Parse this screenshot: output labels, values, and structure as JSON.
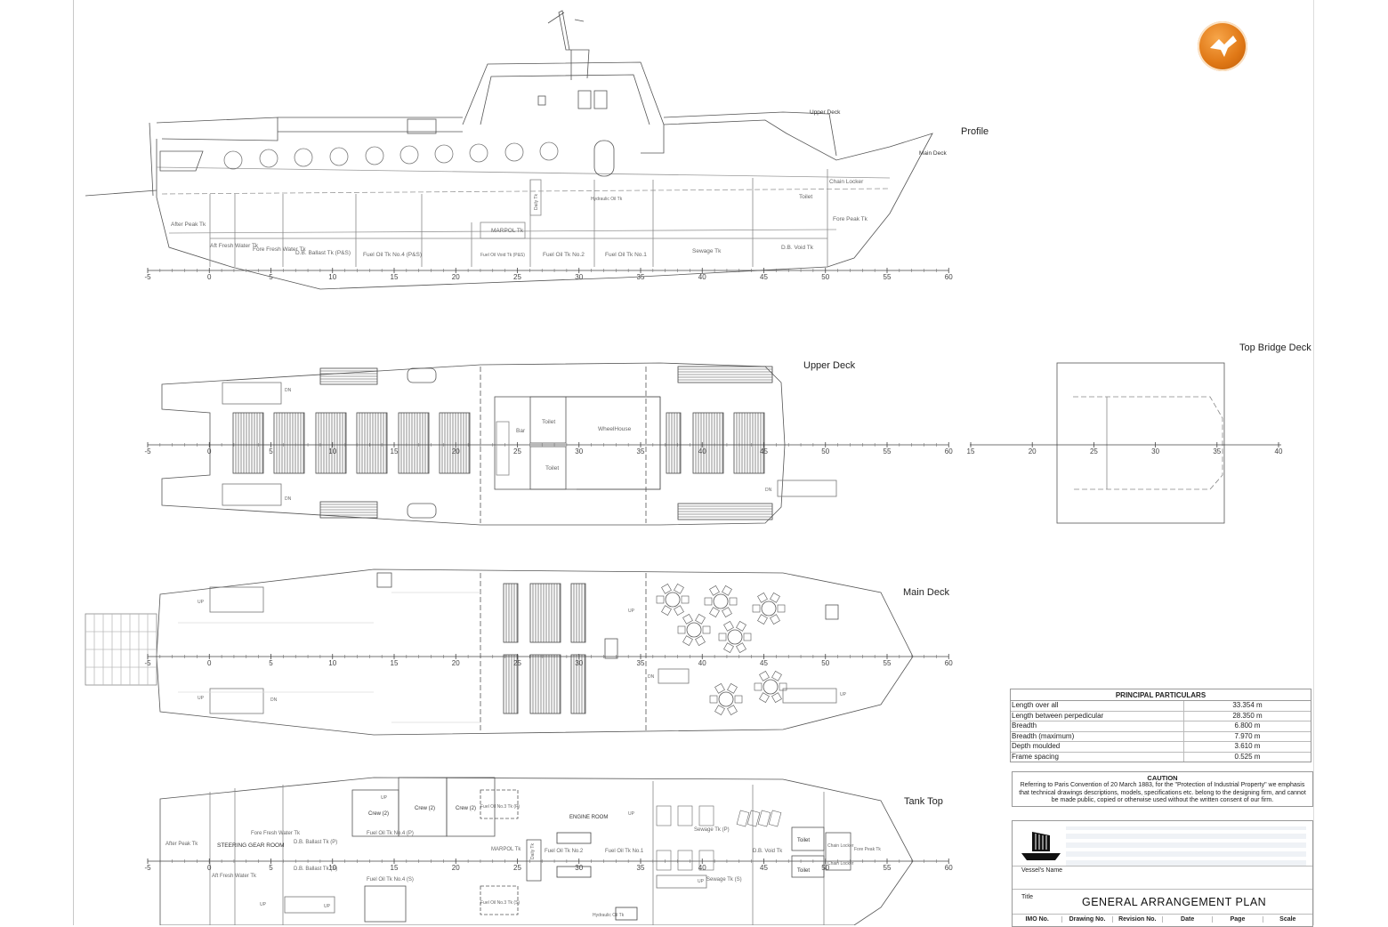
{
  "views": {
    "profile": "Profile",
    "upper_deck": "Upper Deck",
    "top_bridge_deck": "Top Bridge Deck",
    "main_deck": "Main Deck",
    "tank_top": "Tank Top"
  },
  "profile_labels": {
    "upper_deck": "Upper Deck",
    "main_deck": "Main Deck",
    "toilet": "Toilet",
    "chain_locker": "Chain Locker",
    "fore_peak": "Fore Peak Tk",
    "after_peak": "After Peak Tk",
    "aft_fresh": "Aft Fresh Water Tk",
    "fore_fresh": "Fore Fresh Water Tk",
    "db_ballast": "D.B. Ballast Tk (P&S)",
    "fuel4": "Fuel Oil Tk No.4 (P&S)",
    "fuel3": "Fuel Oil Void Tk (P&S)",
    "fuel2": "Fuel Oil Tk No.2",
    "fuel1": "Fuel Oil Tk No.1",
    "marpol": "MARPOL Tk",
    "daily": "Daily Tk",
    "hydraulic": "Hydraulic Oil Tk",
    "sewage": "Sewage Tk",
    "db_void": "D.B. Void Tk"
  },
  "upper_deck_labels": {
    "bar": "Bar",
    "toilet": "Toilet",
    "wheelhouse": "WheelHouse",
    "dn": "DN"
  },
  "main_deck_labels": {
    "up": "UP",
    "dn": "DN"
  },
  "tank_top_labels": {
    "after_peak": "After Peak Tk",
    "steering": "STEERING GEAR ROOM",
    "aft_fresh": "Aft Fresh Water Tk",
    "fore_fresh": "Fore Fresh Water Tk",
    "db_ballast_p": "D.B. Ballast Tk (P)",
    "db_ballast_s": "D.B. Ballast Tk (S)",
    "fuel4p": "Fuel Oil Tk No.4 (P)",
    "fuel4s": "Fuel Oil Tk No.4 (S)",
    "crew": "Crew (2)",
    "fuel3p": "Fuel Oil No.3 Tk (P)",
    "fuel3s": "Fuel Oil No.3 Tk (S)",
    "marpol": "MARPOL Tk",
    "daily": "Daily Tk",
    "engine": "ENGINE ROOM",
    "fuel2": "Fuel Oil Tk No.2",
    "fuel1": "Fuel Oil Tk No.1",
    "sewage_p": "Sewage Tk (P)",
    "sewage_s": "Sewage Tk (S)",
    "db_void": "D.B. Void Tk",
    "toilet": "Toilet",
    "chain_locker": "Chain Locker",
    "fore_peak": "Fore Peak Tk",
    "up": "UP",
    "hydraulic": "Hydraulic Oil Tk"
  },
  "frame_ticks_main": [
    "-5",
    "0",
    "5",
    "10",
    "15",
    "20",
    "25",
    "30",
    "35",
    "40",
    "45",
    "50",
    "55",
    "60"
  ],
  "frame_ticks_bridge": [
    "15",
    "20",
    "25",
    "30",
    "35",
    "40"
  ],
  "principal_particulars": {
    "title": "PRINCIPAL PARTICULARS",
    "rows": [
      {
        "k": "Length over all",
        "v": "33.354 m"
      },
      {
        "k": "Length between perpedicular",
        "v": "28.350 m"
      },
      {
        "k": "Breadth",
        "v": "6.800 m"
      },
      {
        "k": "Breadth (maximum)",
        "v": "7.970 m"
      },
      {
        "k": "Depth moulded",
        "v": "3.610 m"
      },
      {
        "k": "Frame spacing",
        "v": "0.525 m"
      }
    ]
  },
  "caution": {
    "title": "CAUTION",
    "text": "Referring to Paris Convention of 20 March 1883, for the \"Protection of Industrial Property\" we emphasis that technical drawings descriptions, models, specifications etc. belong to the designing firm, and cannot be made public, copied or otherwise used without the written consent of our firm."
  },
  "title_block": {
    "vessel_label": "Vessel's Name",
    "title_label": "Title",
    "title": "GENERAL ARRANGEMENT PLAN",
    "columns": [
      "IMO No.",
      "Drawing No.",
      "Revision No.",
      "Date",
      "Page",
      "Scale"
    ]
  },
  "colors": {
    "line": "#555555",
    "light": "#9a9a9a",
    "badge": "#e07816"
  }
}
